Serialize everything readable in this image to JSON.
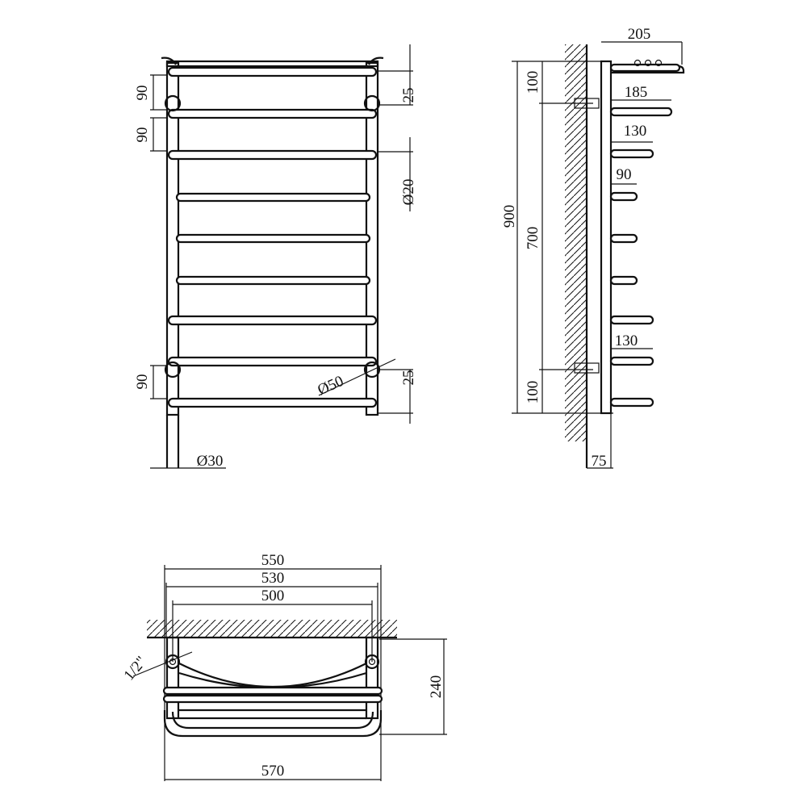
{
  "front_view": {
    "top_pitch": "90",
    "second_pitch": "90",
    "bottom_pitch": "90",
    "top_offset": "25",
    "rail_diameter": "Ø20",
    "side_pipe_diameter": "Ø50",
    "bottom_offset": "25",
    "leg_diameter": "Ø30"
  },
  "side_view": {
    "shelf_depth": "205",
    "bar_depth_1": "185",
    "bar_depth_2": "130",
    "bar_depth_3": "90",
    "bar_depth_4": "130",
    "total_height": "900",
    "top_margin": "100",
    "center_distance": "700",
    "bottom_margin": "100",
    "wall_clearance": "75"
  },
  "top_view": {
    "outer_width": "550",
    "pipe_width": "530",
    "center_width": "500",
    "connection_thread": "1/2\"",
    "depth": "240",
    "shelf_width": "570"
  }
}
